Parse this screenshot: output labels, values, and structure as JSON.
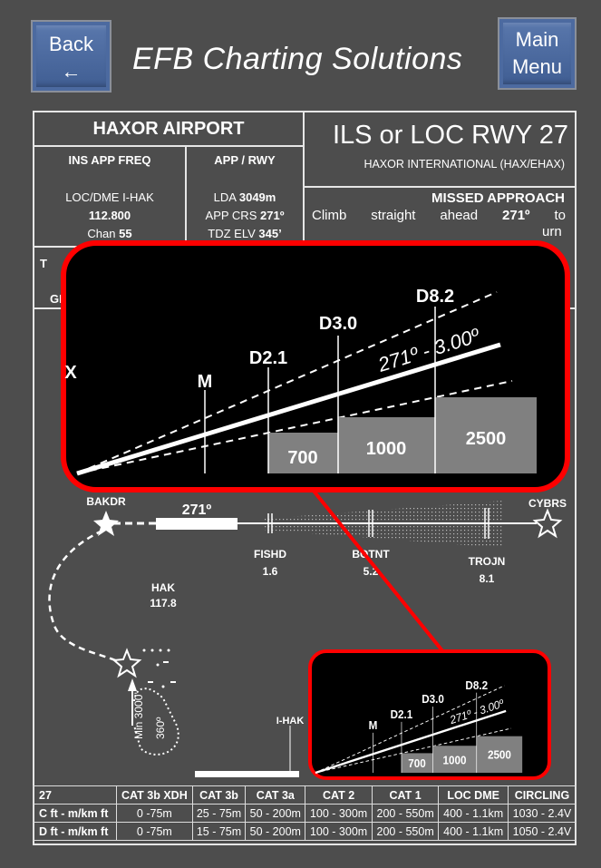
{
  "header": {
    "back_label": "Back",
    "back_arrow": "←",
    "title": "EFB Charting Solutions",
    "menu_line1": "Main",
    "menu_line2": "Menu"
  },
  "chart": {
    "airport": "HAXOR AIRPORT",
    "procedure": "ILS or LOC RWY 27",
    "airport_full": "HAXOR INTERNATIONAL (HAX/EHAX)",
    "ins_freq": {
      "heading": "INS APP FREQ",
      "line1": "LOC/DME  I-HAK",
      "freq": "112.800",
      "chan_label": "Chan",
      "chan": "55"
    },
    "app_rwy": {
      "heading": "APP / RWY",
      "lda_label": "LDA",
      "lda": "3049m",
      "crs_label": "APP CRS",
      "crs": "271º",
      "tdz_label": "TDZ ELV",
      "tdz": "345’"
    },
    "row3_left": "T",
    "row3_left2": "GI",
    "missed": {
      "heading": "MISSED APPROACH",
      "w1": "Climb",
      "w2": "straight",
      "w3": "ahead",
      "crs": "271º",
      "w4": "to",
      "cont": "urn"
    },
    "profile": {
      "fix_x": "X",
      "m": "M",
      "d1": "D2.1",
      "d2": "D3.0",
      "d3": "D8.2",
      "path": "271º  -  3.00º",
      "alt1": "700",
      "alt2": "1000",
      "alt3": "2500"
    },
    "plan": {
      "bakdr": "BAKDR",
      "course": "271º",
      "cybrs": "CYBRS",
      "fishd": "FISHD",
      "fishd_d": "1.6",
      "botnt": "BOTNT",
      "botnt_d": "5.2",
      "trojn": "TROJN",
      "trojn_d": "8.1",
      "hak": "HAK",
      "hak_f": "117.8",
      "min_alt": "Min 3000’",
      "hold_crs": "360º",
      "ihak": "I-HAK"
    },
    "colors": {
      "highlight": "#ff0000",
      "background": "#4d4d4d",
      "button": "#4a6aa0"
    }
  },
  "minima": {
    "header": [
      "27",
      "CAT 3b XDH",
      "CAT 3b",
      "CAT 3a",
      "CAT 2",
      "CAT 1",
      "LOC DME",
      "CIRCLING"
    ],
    "rows": [
      [
        "C   ft - m/km ft",
        "0 -75m",
        "25 - 75m",
        "50 - 200m",
        "100 - 300m",
        "200 - 550m",
        "400 - 1.1km",
        "1030 - 2.4V"
      ],
      [
        "D   ft - m/km ft",
        "0 -75m",
        "15 - 75m",
        "50 - 200m",
        "100 - 300m",
        "200 - 550m",
        "400 - 1.1km",
        "1050 - 2.4V"
      ]
    ]
  }
}
